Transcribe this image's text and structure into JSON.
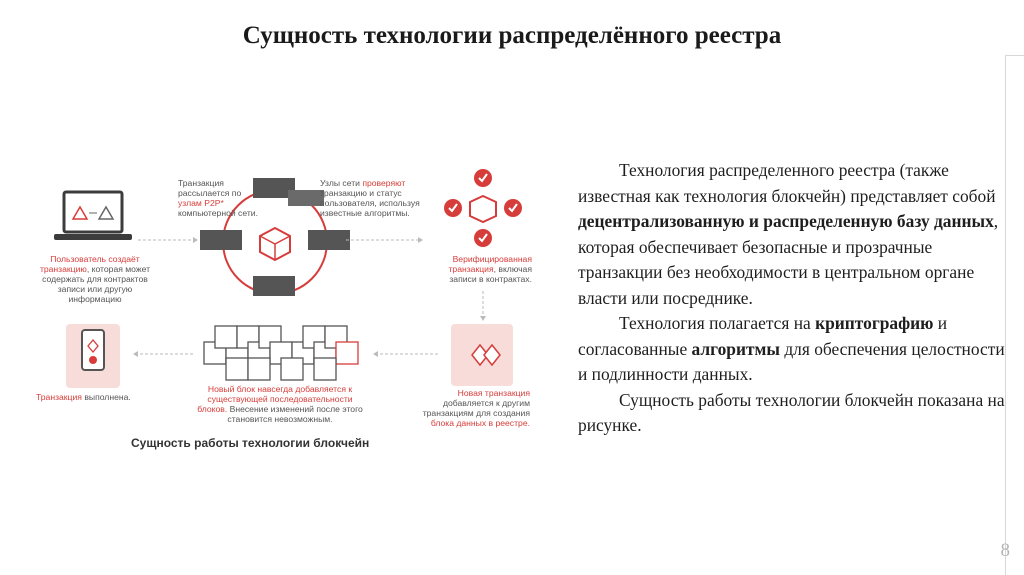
{
  "slide": {
    "title": "Сущность технологии распределённого реестра",
    "page_number": "8"
  },
  "text": {
    "p1_part1": "Технология распределенного реестра (также известная как технология блокчейн) представляет собой ",
    "p1_bold": "децентрализованную и распределенную базу данных",
    "p1_part2": ", которая обеспечивает безопасные и прозрачные транзакции без необходимости в центральном органе власти или посреднике.",
    "p2_part1": "Технология полагается на ",
    "p2_bold1": "криптографию",
    "p2_part2": " и согласованные ",
    "p2_bold2": "алгоритмы",
    "p2_part3": " для обеспечения целостности и подлинности данных.",
    "p3": "Сущность работы технологии блокчейн показана на рисунке."
  },
  "diagram": {
    "caption": "Сущность работы технологии блокчейн",
    "step1_red": "Пользователь создаёт транзакцию",
    "step1_rest": ", которая может содержать для контрактов записи или другую информацию",
    "step2_a": "Транзакция рассылается по ",
    "step2_red": "узлам P2P*",
    "step2_b": " компьютерной сети.",
    "step3_a": "Узлы сети ",
    "step3_red": "проверяют",
    "step3_b": " транзакцию и статус пользователя, используя известные алгоритмы.",
    "step4_red": "Верифицированная транзакция",
    "step4_rest": ", включая записи в контрактах.",
    "step5_red": "Новая транзакция",
    "step5_a": " добавляется к другим транзакциям для создания ",
    "step5_red2": "блока данных в реестре.",
    "step6_red": "Новый блок навсегда добавляется к существующей последовательности блоков.",
    "step6_rest": " Внесение изменений после этого становится невозможным.",
    "step7_red": "Транзакция",
    "step7_rest": " выполнена."
  },
  "colors": {
    "accent": "#d63d3a",
    "text": "#1e1e1e",
    "muted": "#b5b5b5"
  }
}
